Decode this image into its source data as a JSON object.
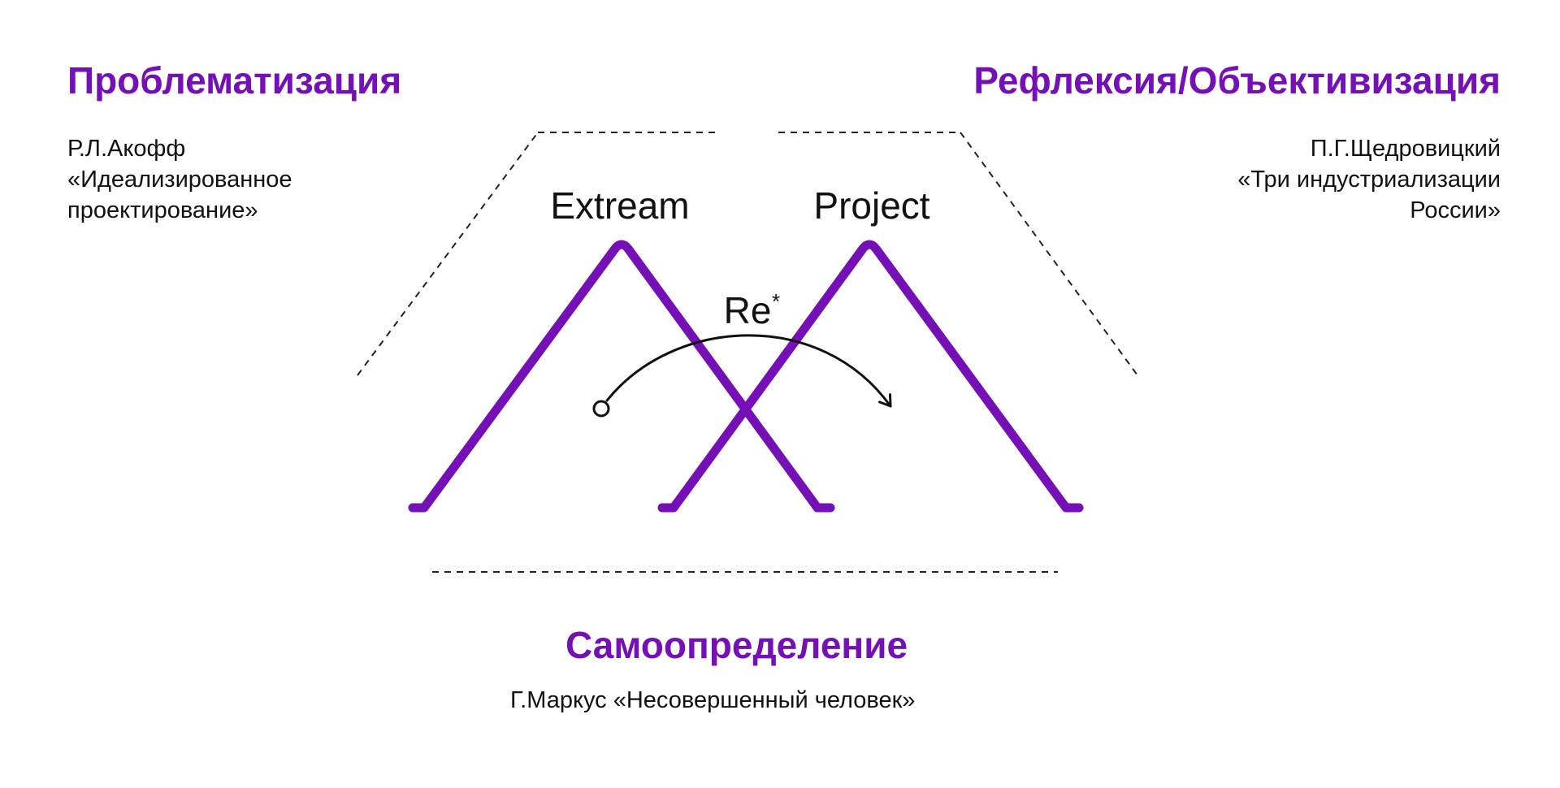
{
  "headings": {
    "left": "Проблематизация",
    "right": "Рефлексия/Объективизация",
    "bottom": "Самоопределение"
  },
  "notes": {
    "left": [
      "Р.Л.Акофф",
      "«Идеализированное",
      "проектирование»"
    ],
    "right": [
      "П.Г.Щедровицкий",
      "«Три индустриализации",
      "России»"
    ],
    "bottom": "Г.Маркус «Несовершенный человек»"
  },
  "diagram": {
    "label_left": "Extream",
    "label_right": "Project",
    "arrow_label": "Re",
    "arrow_label_sup": "*"
  },
  "colors": {
    "accent": "#7410b6",
    "text": "#111111",
    "dashed": "#222222"
  }
}
